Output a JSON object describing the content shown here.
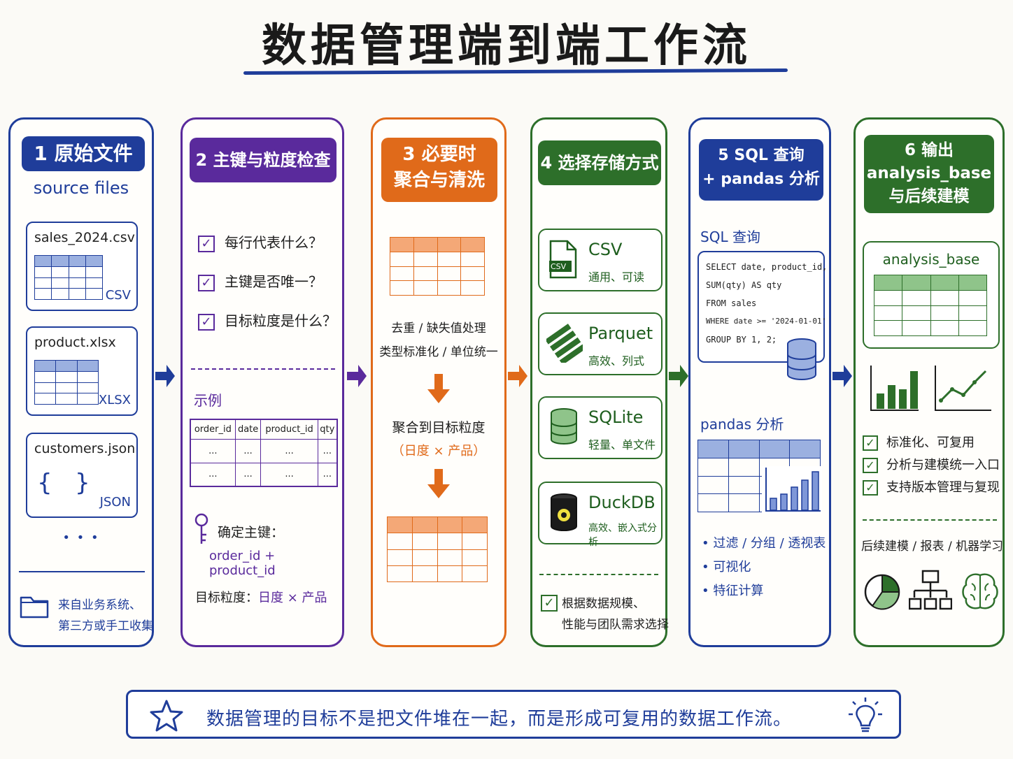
{
  "title": "数据管理端到端工作流",
  "colors": {
    "blue": "#1f3d9a",
    "purple": "#5a2a9c",
    "orange": "#e06a1a",
    "green": "#2d6f2a"
  },
  "col1": {
    "header": "1 原始文件",
    "subheader": "source files",
    "files": [
      {
        "name": "sales_2024.csv",
        "tag": "CSV"
      },
      {
        "name": "product.xlsx",
        "tag": "XLSX"
      },
      {
        "name": "customers.json",
        "tag": "JSON"
      }
    ],
    "json_braces": "{   }",
    "more": "• • •",
    "source_note_1": "来自业务系统、",
    "source_note_2": "第三方或手工收集"
  },
  "col2": {
    "header": "2 主键与粒度检查",
    "checks": [
      "每行代表什么？",
      "主键是否唯一？",
      "目标粒度是什么？"
    ],
    "example_label": "示例",
    "table_headers": [
      "order_id",
      "date",
      "product_id",
      "qty"
    ],
    "table_rows": [
      [
        "...",
        "...",
        "...",
        "..."
      ],
      [
        "...",
        "...",
        "...",
        "..."
      ]
    ],
    "key_label": "确定主键：",
    "key_value": "order_id + product_id",
    "grain_label": "目标粒度：",
    "grain_value": "日度 × 产品"
  },
  "col3": {
    "header_line1": "3 必要时",
    "header_line2": "聚合与清洗",
    "clean_line1": "去重 / 缺失值处理",
    "clean_line2": "类型标准化 / 单位统一",
    "agg_line1": "聚合到目标粒度",
    "agg_line2": "（日度 × 产品）"
  },
  "col4": {
    "header": "4 选择存储方式",
    "options": [
      {
        "name": "CSV",
        "desc": "通用、可读",
        "icon": "csv-file-icon"
      },
      {
        "name": "Parquet",
        "desc": "高效、列式",
        "icon": "parquet-icon"
      },
      {
        "name": "SQLite",
        "desc": "轻量、单文件",
        "icon": "database-icon"
      },
      {
        "name": "DuckDB",
        "desc": "高效、嵌入式分析",
        "icon": "duckdb-icon"
      }
    ],
    "choose_line1": "根据数据规模、",
    "choose_line2": "性能与团队需求选择",
    "csv_badge": "CSV"
  },
  "col5": {
    "header_line1": "5 SQL 查询",
    "header_line2": "+ pandas 分析",
    "sql_label": "SQL 查询",
    "sql_lines": [
      "SELECT date, product_id,",
      "SUM(qty) AS qty",
      "FROM  sales",
      "WHERE date >= '2024-01-01'",
      "GROUP BY 1, 2;"
    ],
    "pandas_label": "pandas 分析",
    "bullets": [
      "过滤 / 分组 / 透视表",
      "可视化",
      "特征计算"
    ]
  },
  "col6": {
    "header_line1": "6 输出",
    "header_line2": "analysis_base",
    "header_line3": "与后续建模",
    "table_title": "analysis_base",
    "checks": [
      "标准化、可复用",
      "分析与建模统一入口",
      "支持版本管理与复现"
    ],
    "next_steps": "后续建模 / 报表 / 机器学习"
  },
  "footer": {
    "text": "数据管理的目标不是把文件堆在一起，而是形成可复用的数据工作流。"
  }
}
